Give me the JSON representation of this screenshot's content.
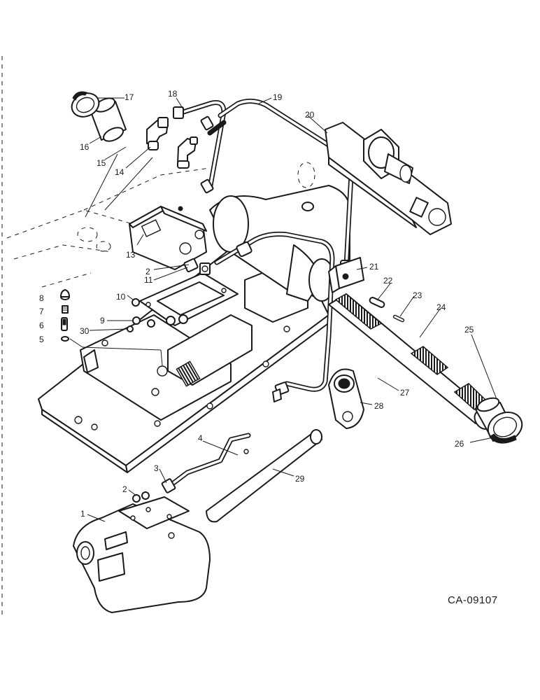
{
  "diagram": {
    "drawing_code": "CA-09107",
    "callouts": {
      "c1": "1",
      "c2a": "2",
      "c2b": "2",
      "c3": "3",
      "c4": "4",
      "c5": "5",
      "c6": "6",
      "c7": "7",
      "c8": "8",
      "c9": "9",
      "c10": "10",
      "c11": "11",
      "c13": "13",
      "c14": "14",
      "c15": "15",
      "c16": "16",
      "c17": "17",
      "c18": "18",
      "c19": "19",
      "c20": "20",
      "c21": "21",
      "c22": "22",
      "c23": "23",
      "c24": "24",
      "c25": "25",
      "c26": "26",
      "c27": "27",
      "c28": "28",
      "c29": "29",
      "c30": "30"
    }
  }
}
